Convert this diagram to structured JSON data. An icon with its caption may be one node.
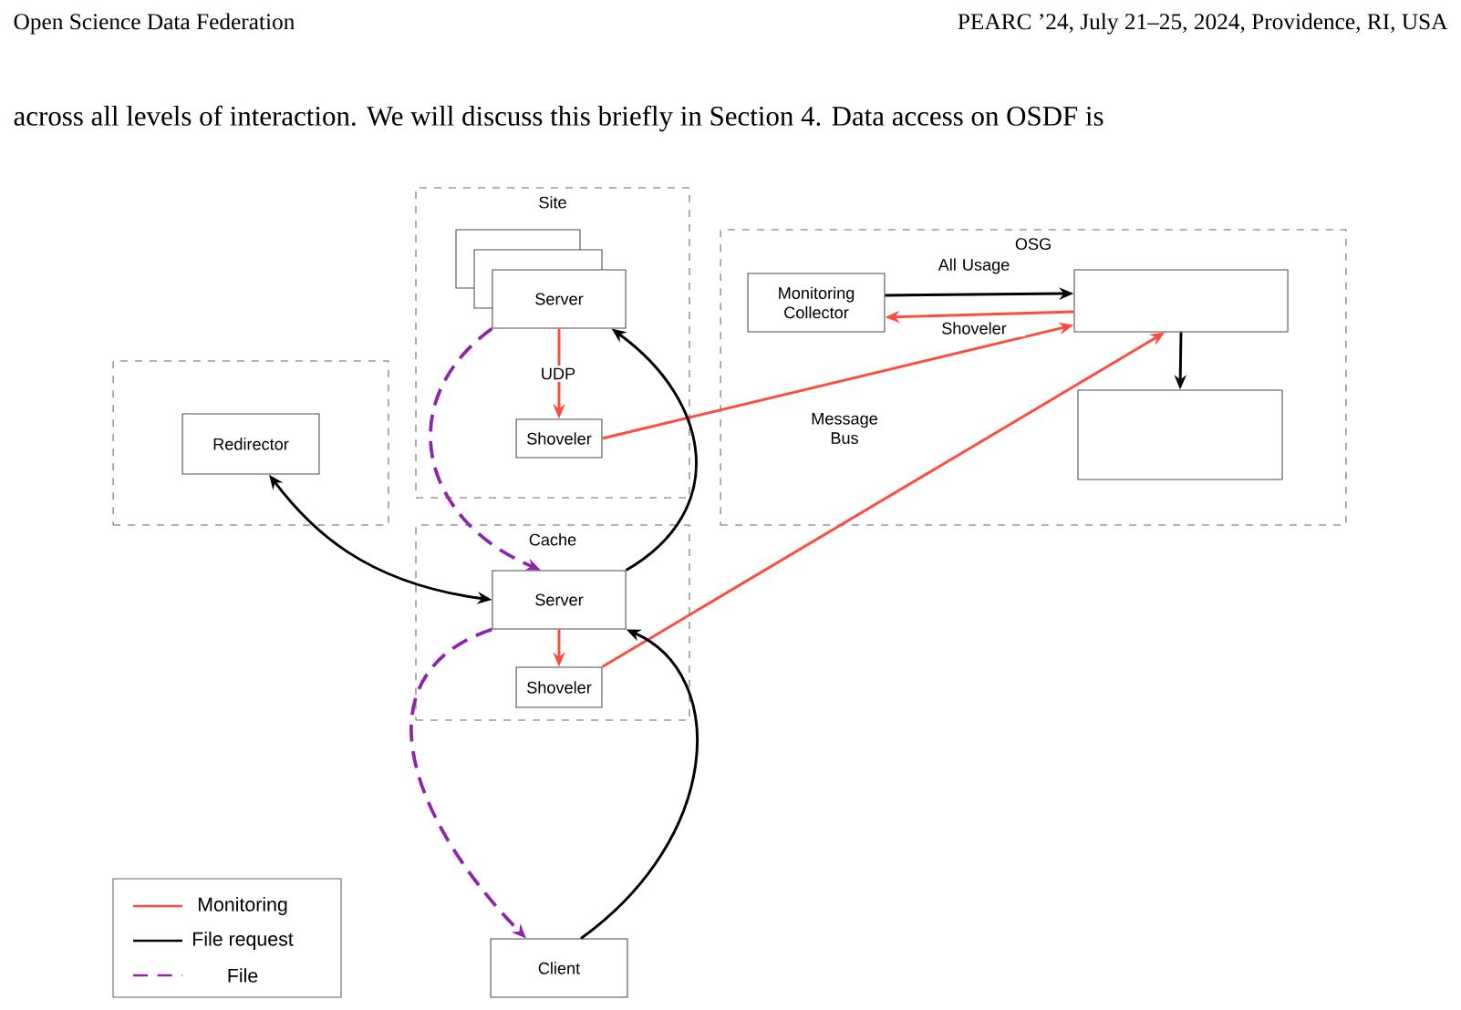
{
  "diagram": {
    "nodes": [
      {
        "text": [
          "Site"
        ]
      },
      {
        "text": [
          "Server"
        ],
        "in": 0
      },
      {
        "text": [
          "Shoveler"
        ],
        "in": 0
      },
      {
        "text": [
          "OSG"
        ]
      },
      {
        "text": [
          "Monitoring Collector"
        ],
        "in": 3
      },
      {
        "text": [],
        "shape": "box",
        "in": 3
      },
      {
        "text": [],
        "shape": "box",
        "in": 3
      },
      {
        "text": [],
        "shape": "box"
      },
      {
        "text": [
          "Redirector"
        ],
        "in": 7
      },
      {
        "text": [
          "Cache"
        ]
      },
      {
        "text": [
          "Server"
        ],
        "in": 9
      },
      {
        "text": [
          "Shoveler"
        ],
        "in": 9
      },
      {
        "text": [
          "Client"
        ]
      }
    ],
    "edges": [
      {
        "from": 1,
        "to": 2,
        "arrow": "to",
        "label": "UDP"
      },
      {
        "from": 2,
        "to": 5,
        "arrow": "to"
      },
      {
        "from": 11,
        "to": 5,
        "arrow": "to",
        "label": "Message Bus"
      },
      {
        "from": 4,
        "to": 5,
        "arrow": "to",
        "label": "All Usage",
        "color": "#000000"
      },
      {
        "from": 5,
        "to": 4,
        "arrow": "to",
        "label": "Shoveler"
      },
      {
        "from": 5,
        "to": 6,
        "arrow": "to",
        "color": "#000000"
      },
      {
        "from": 10,
        "to": 8,
        "arrow": "both",
        "color": "#000000"
      },
      {
        "from": 10,
        "to": 1,
        "arrow": "to",
        "color": "#000000"
      },
      {
        "from": 12,
        "to": 10,
        "arrow": "to",
        "color": "#000000"
      },
      {
        "from": 1,
        "to": 10,
        "arrow": "to",
        "style": "dashed",
        "color": "#8e24aa"
      },
      {
        "from": 10,
        "to": 12,
        "arrow": "to",
        "style": "dashed",
        "color": "#8e24aa"
      },
      {
        "from": 10,
        "to": 11,
        "arrow": "to"
      }
    ],
    "labels": [
      "Open Science Data Federation",
      "PEARC ’24, July 21–25, 2024, Providence, RI, USA",
      "across all levels of interaction. We will discuss this briefly in Section 4. Data access on OSDF is"
    ],
    "legend": [
      {
        "text": "Monitoring"
      },
      {
        "text": "File request"
      },
      {
        "text": "File"
      }
    ]
  }
}
